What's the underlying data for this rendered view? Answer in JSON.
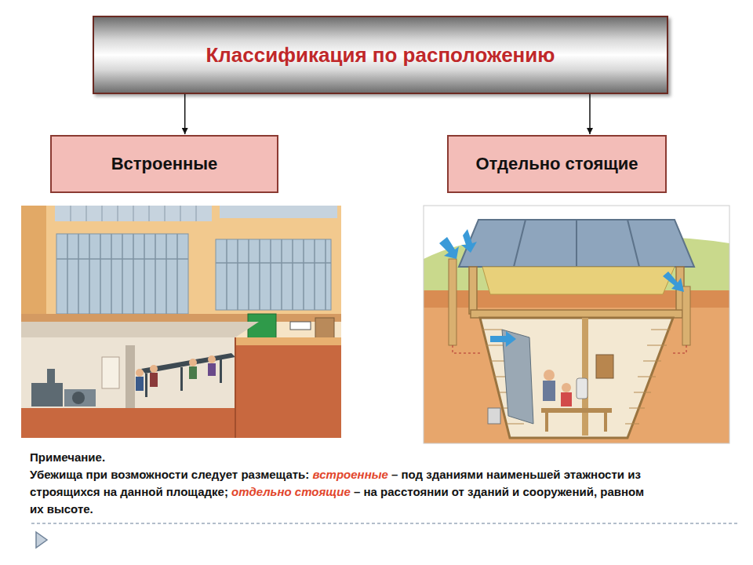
{
  "diagram": {
    "nodes": [
      {
        "text": [
          "Классификация по расположению"
        ]
      },
      {
        "text": [
          "Встроенные"
        ]
      },
      {
        "text": [
          "Отдельно стоящие"
        ]
      }
    ],
    "edges": [
      {
        "from": 0,
        "to": 1,
        "arrow": "to"
      },
      {
        "from": 0,
        "to": 2,
        "arrow": "to"
      }
    ],
    "labels": [
      "Примечание.",
      "Убежища при возможности следует размещать:",
      "встроенные",
      "– под зданиями наименьшей этажности из строящихся на данной площадке;",
      "отдельно стоящие",
      "– на расстоянии от зданий и сооружений, равном их высоте."
    ]
  }
}
